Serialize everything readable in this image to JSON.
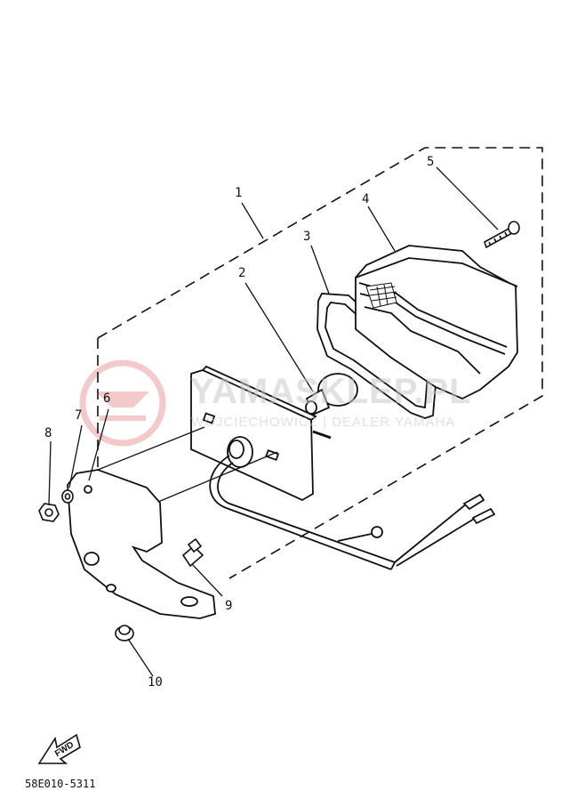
{
  "watermark": {
    "brand": "YAMASKLEP.PL",
    "subtitle": "WOJCIECHOWICZ | DEALER YAMAHA",
    "color": "#e88a8a"
  },
  "callouts": [
    "1",
    "2",
    "3",
    "4",
    "5",
    "6",
    "7",
    "8",
    "9",
    "10"
  ],
  "fwd_label": "FWD",
  "part_code": "58E010-5311"
}
